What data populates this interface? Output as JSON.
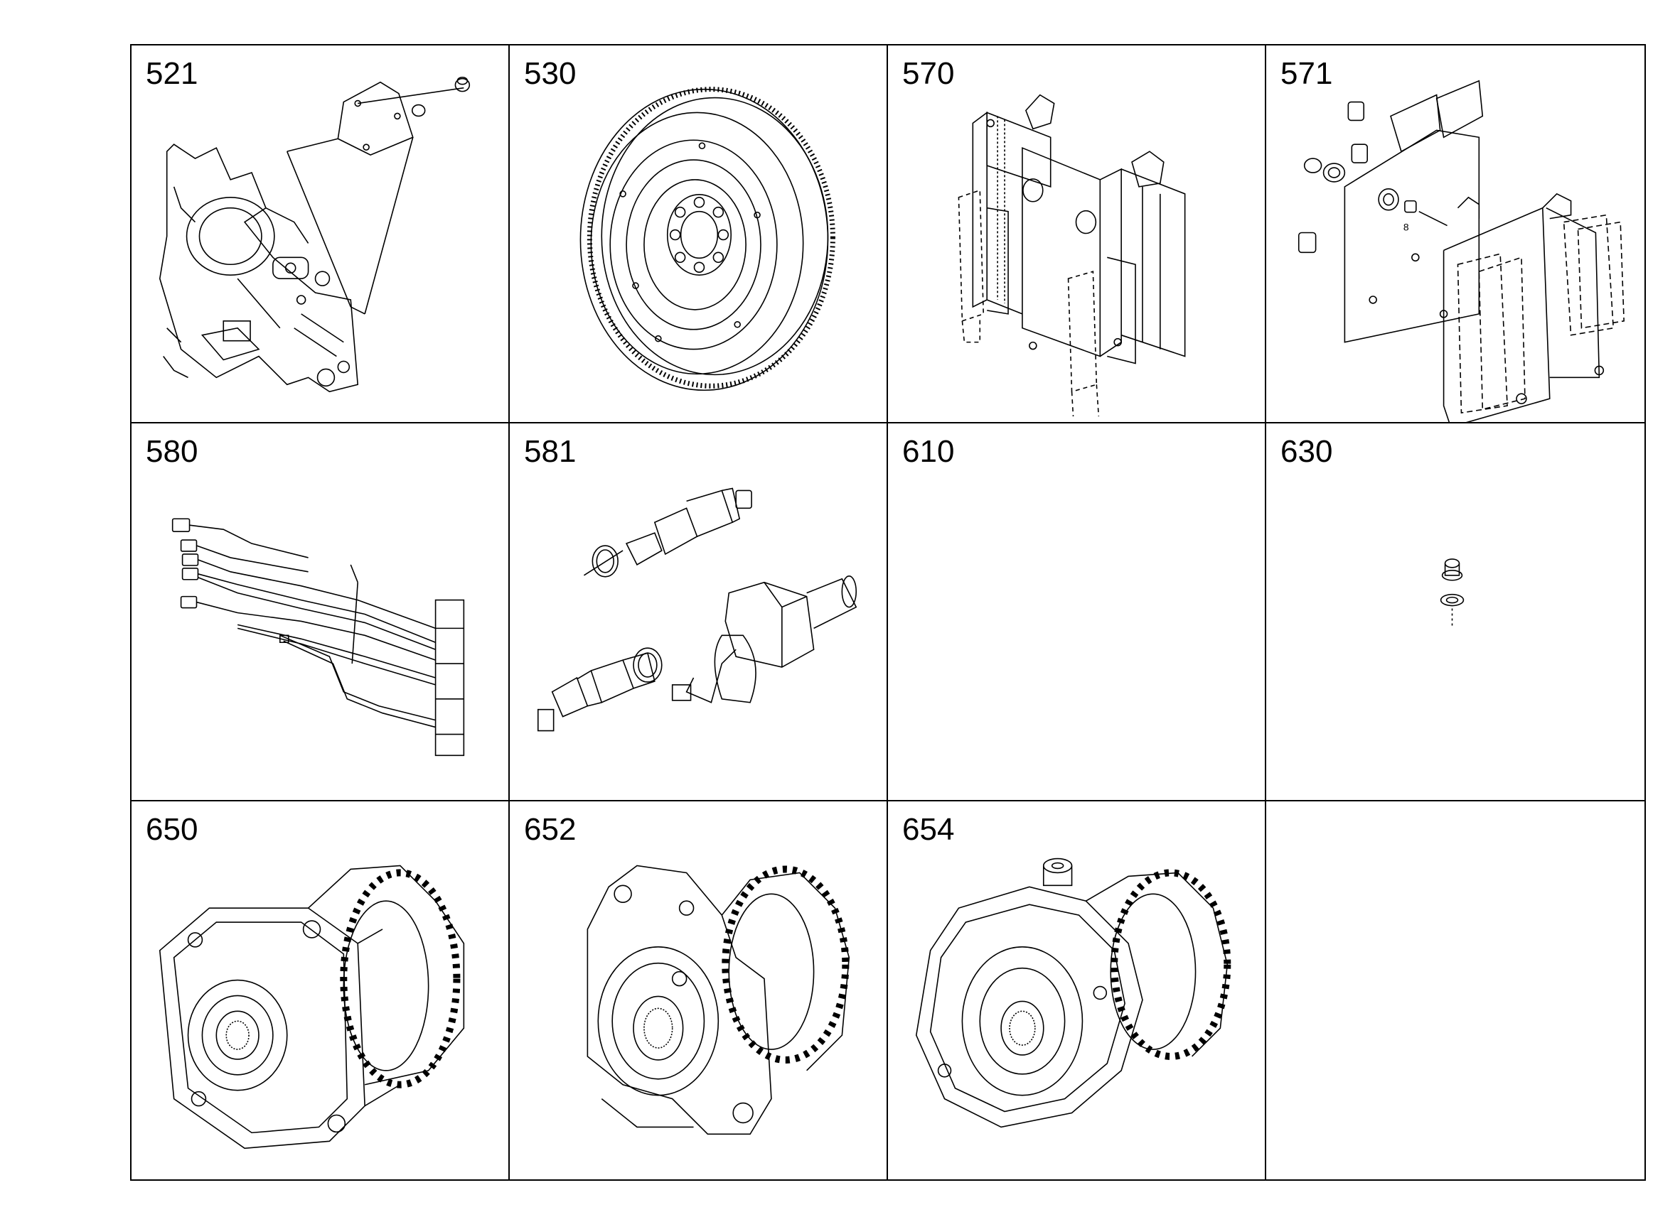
{
  "cells": [
    {
      "number": "521",
      "icon": "cover-plate-housing-icon"
    },
    {
      "number": "530",
      "icon": "flywheel-ring-gear-icon"
    },
    {
      "number": "570",
      "icon": "control-unit-bracket-icon"
    },
    {
      "number": "571",
      "icon": "mounting-plate-assembly-icon",
      "callout": "8"
    },
    {
      "number": "580",
      "icon": "wiring-harness-icon"
    },
    {
      "number": "581",
      "icon": "sensors-set-icon"
    },
    {
      "number": "610",
      "icon": ""
    },
    {
      "number": "630",
      "icon": "plug-screw-icon"
    },
    {
      "number": "650",
      "icon": "pump-gear-drive-icon"
    },
    {
      "number": "652",
      "icon": "pump-gear-drive-icon"
    },
    {
      "number": "654",
      "icon": "pump-gear-drive-icon"
    },
    {
      "number": "",
      "icon": ""
    }
  ]
}
